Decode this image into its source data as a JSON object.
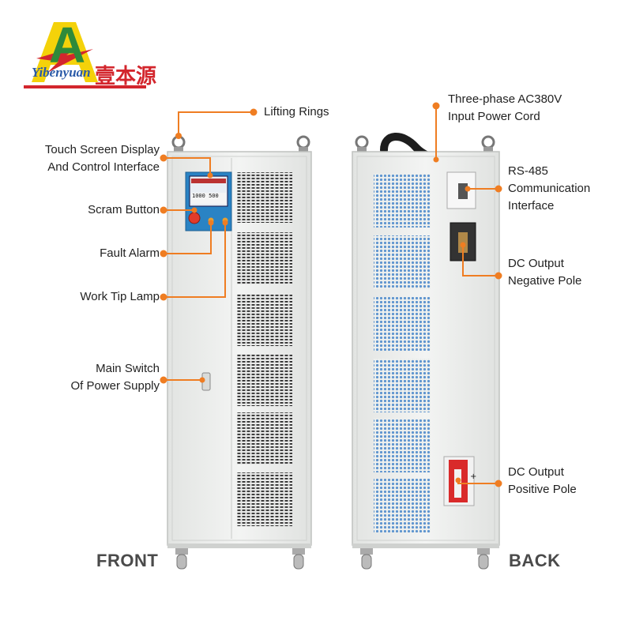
{
  "brand": {
    "logo_letter": "A",
    "logo_latin": "Yibenyuan",
    "logo_cjk": "壹本源",
    "colors": {
      "yellow": "#f4d20a",
      "red": "#d3262d",
      "green": "#2f8a3a"
    }
  },
  "views": {
    "front_label": "FRONT",
    "back_label": "BACK"
  },
  "callouts": {
    "front": {
      "lifting_rings": "Lifting Rings",
      "touch_screen_l1": "Touch Screen Display",
      "touch_screen_l2": "And Control Interface",
      "scram_button": "Scram Button",
      "fault_alarm": "Fault Alarm",
      "work_tip_lamp": "Work Tip Lamp",
      "main_switch_l1": "Main Switch",
      "main_switch_l2": "Of Power Supply"
    },
    "back": {
      "input_cord_l1": "Three-phase AC380V",
      "input_cord_l2": "Input Power Cord",
      "rs485_l1": "RS-485",
      "rs485_l2": "Communication",
      "rs485_l3": "Interface",
      "dc_negative_l1": "DC Output",
      "dc_negative_l2": "Negative Pole",
      "dc_positive_l1": "DC Output",
      "dc_positive_l2": "Positive Pole"
    }
  },
  "screen_display": {
    "readout": "1000 500"
  },
  "colors": {
    "callout_orange": "#ef7d22",
    "cabinet": "#eef0ee",
    "panel_blue": "#2a83c4",
    "fan_blue": "#6fa3d6",
    "positive_red": "#d92a2a",
    "label_gray": "#4a4a4a"
  }
}
